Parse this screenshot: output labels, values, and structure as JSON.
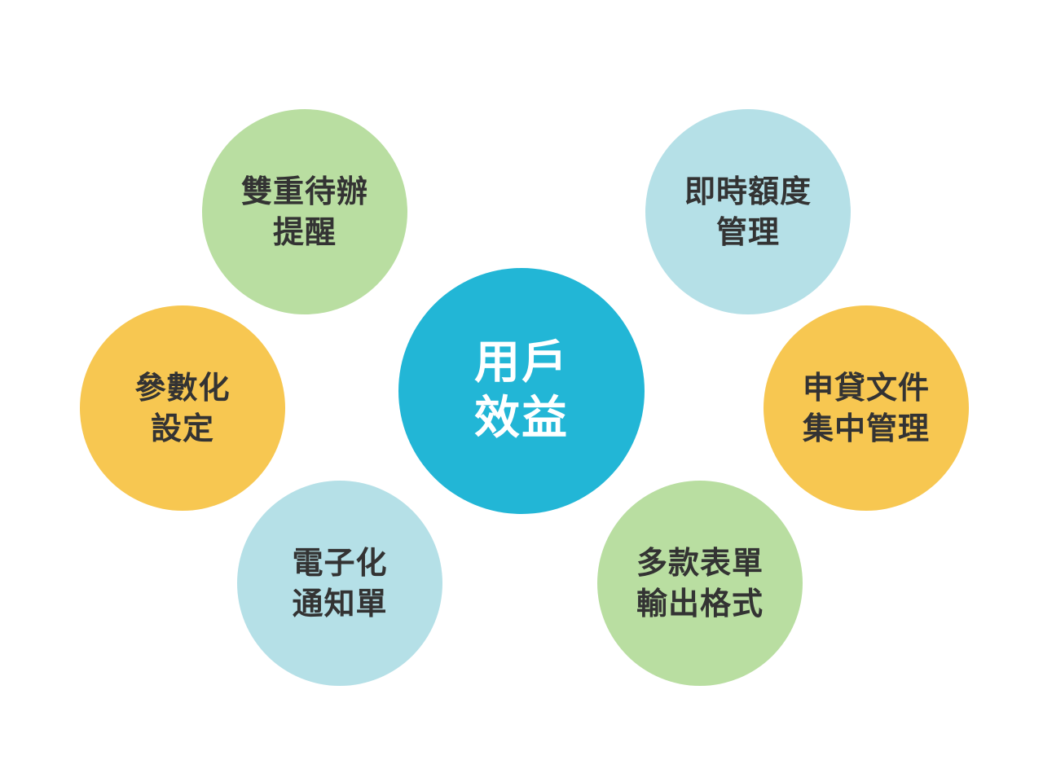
{
  "colors": {
    "center": "#22b6d6",
    "green": "#b9dea1",
    "blue": "#b5e0e7",
    "yellow": "#f7c751",
    "text_dark": "#333333",
    "text_light": "#ffffff"
  },
  "diagram": {
    "center": {
      "line1": "用戶",
      "line2": "效益",
      "color": "center"
    },
    "nodes": [
      {
        "line1": "雙重待辦",
        "line2": "提醒",
        "color": "green"
      },
      {
        "line1": "即時額度",
        "line2": "管理",
        "color": "blue"
      },
      {
        "line1": "參數化",
        "line2": "設定",
        "color": "yellow"
      },
      {
        "line1": "申貸文件",
        "line2": "集中管理",
        "color": "yellow"
      },
      {
        "line1": "電子化",
        "line2": "通知單",
        "color": "blue"
      },
      {
        "line1": "多款表單",
        "line2": "輸出格式",
        "color": "green"
      }
    ]
  }
}
